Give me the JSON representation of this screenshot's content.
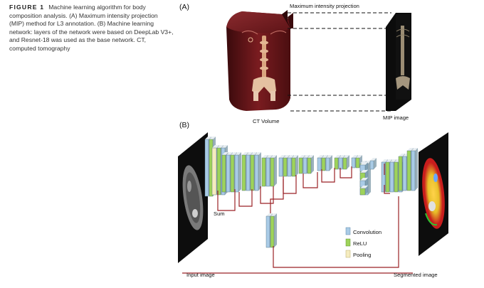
{
  "caption": {
    "label": "FIGURE 1",
    "text": "Machine learning algorithm for body composition analysis. (A) Maximum intensity projection (MIP) method for L3 annotation. (B) Machine learning network: layers of the network were based on DeepLab V3+, and Resnet-18 was used as the base network. CT, computed tomography"
  },
  "panel_a": {
    "label": "(A)",
    "mip_method_label": "Maximum intensity projection",
    "ct_volume_label": "CT Volume",
    "mip_image_label": "MIP image"
  },
  "panel_b": {
    "label": "(B)",
    "sum_label": "Sum",
    "input_label": "Input image",
    "output_label": "Segmented image",
    "legend": [
      {
        "name": "Convolution",
        "color": "#a9cbe6"
      },
      {
        "name": "ReLU",
        "color": "#9ed35a"
      },
      {
        "name": "Pooling",
        "color": "#f5ecbf"
      }
    ],
    "connection_color": "#9b2226"
  }
}
